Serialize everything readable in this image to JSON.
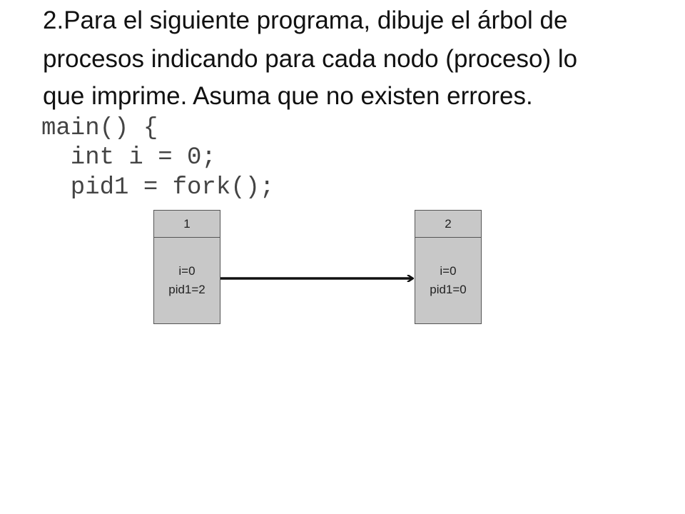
{
  "title": {
    "lines": [
      "2.Para el siguiente programa, dibuje el árbol de",
      "procesos indicando para cada nodo (proceso) lo",
      "que imprime. Asuma que no existen errores."
    ]
  },
  "code": {
    "lines": [
      "main() {",
      "  int i = 0;",
      "  pid1 = fork();"
    ]
  },
  "diagram": {
    "nodes": [
      {
        "id": "1",
        "vars": [
          "i=0",
          "pid1=2"
        ]
      },
      {
        "id": "2",
        "vars": [
          "i=0",
          "pid1=0"
        ]
      }
    ],
    "edges": [
      {
        "from": "1",
        "to": "2"
      }
    ]
  },
  "colors": {
    "node_fill": "#c8c8c8",
    "node_border": "#555555",
    "arrow": "#111111",
    "code_text": "#444444"
  }
}
